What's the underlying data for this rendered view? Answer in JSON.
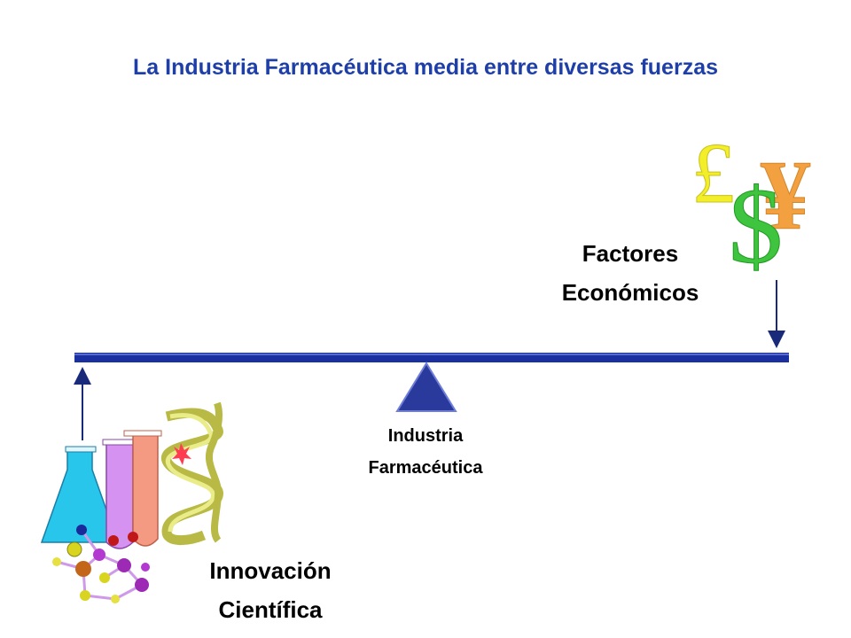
{
  "title": "La Industria Farmacéutica media entre diversas fuerzas",
  "right_label": {
    "line1": "Factores",
    "line2": "Económicos"
  },
  "left_label": {
    "line1": "Innovación",
    "line2": "Científica"
  },
  "fulcrum_label": {
    "line1": "Industria",
    "line2": "Farmacéutica"
  },
  "currency_symbols": {
    "pound": "£",
    "yen": "¥",
    "dollar": "$"
  },
  "colors": {
    "title": "#1f3fa8",
    "beam": "#1a2fa0",
    "fulcrum": "#2a3a9c",
    "pound": "#f2ee2a",
    "yen": "#f2a040",
    "dollar": "#3ec43e",
    "arrow": "#1a2a7a"
  },
  "icons": [
    "currency-icon",
    "science-icon"
  ]
}
